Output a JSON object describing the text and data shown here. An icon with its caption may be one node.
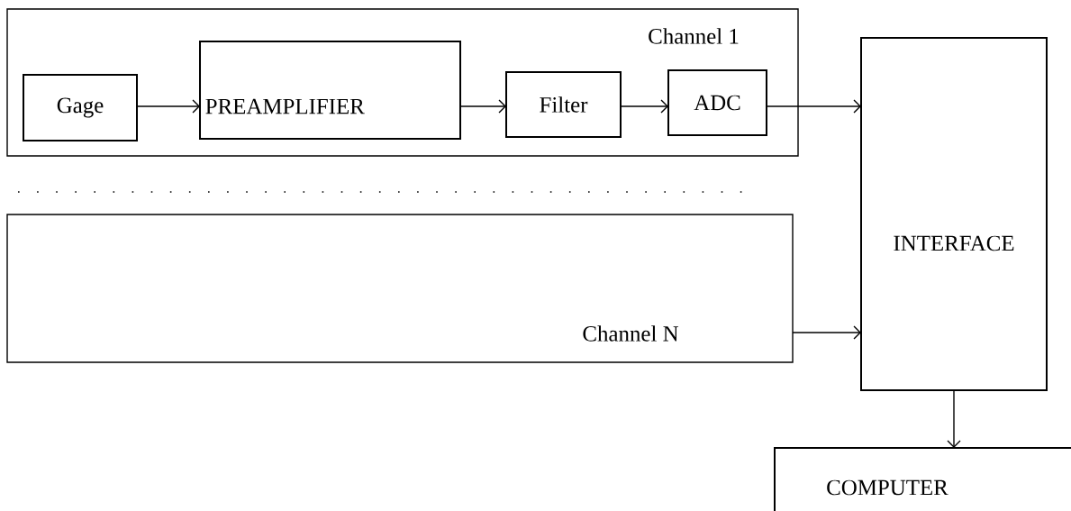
{
  "diagram": {
    "nodes": [
      {
        "text": [
          "Channel 1"
        ]
      },
      {
        "text": [
          "Gage"
        ],
        "in": 0
      },
      {
        "text": [
          "PREAMPLIFIER"
        ],
        "in": 0
      },
      {
        "text": [
          "Filter"
        ],
        "in": 0
      },
      {
        "text": [
          "ADC"
        ],
        "in": 0
      },
      {
        "text": [
          "Channel N"
        ]
      },
      {
        "text": [
          "INTERFACE"
        ]
      },
      {
        "text": [
          "COMPUTER"
        ]
      }
    ],
    "edges": [
      {
        "from": 1,
        "to": 2,
        "arrow": "to"
      },
      {
        "from": 2,
        "to": 3,
        "arrow": "to"
      },
      {
        "from": 3,
        "to": 4,
        "arrow": "to"
      },
      {
        "from": 4,
        "to": 6,
        "arrow": "to"
      },
      {
        "from": 5,
        "to": 6,
        "arrow": "to"
      },
      {
        "from": 6,
        "to": 7,
        "arrow": "to"
      }
    ]
  }
}
